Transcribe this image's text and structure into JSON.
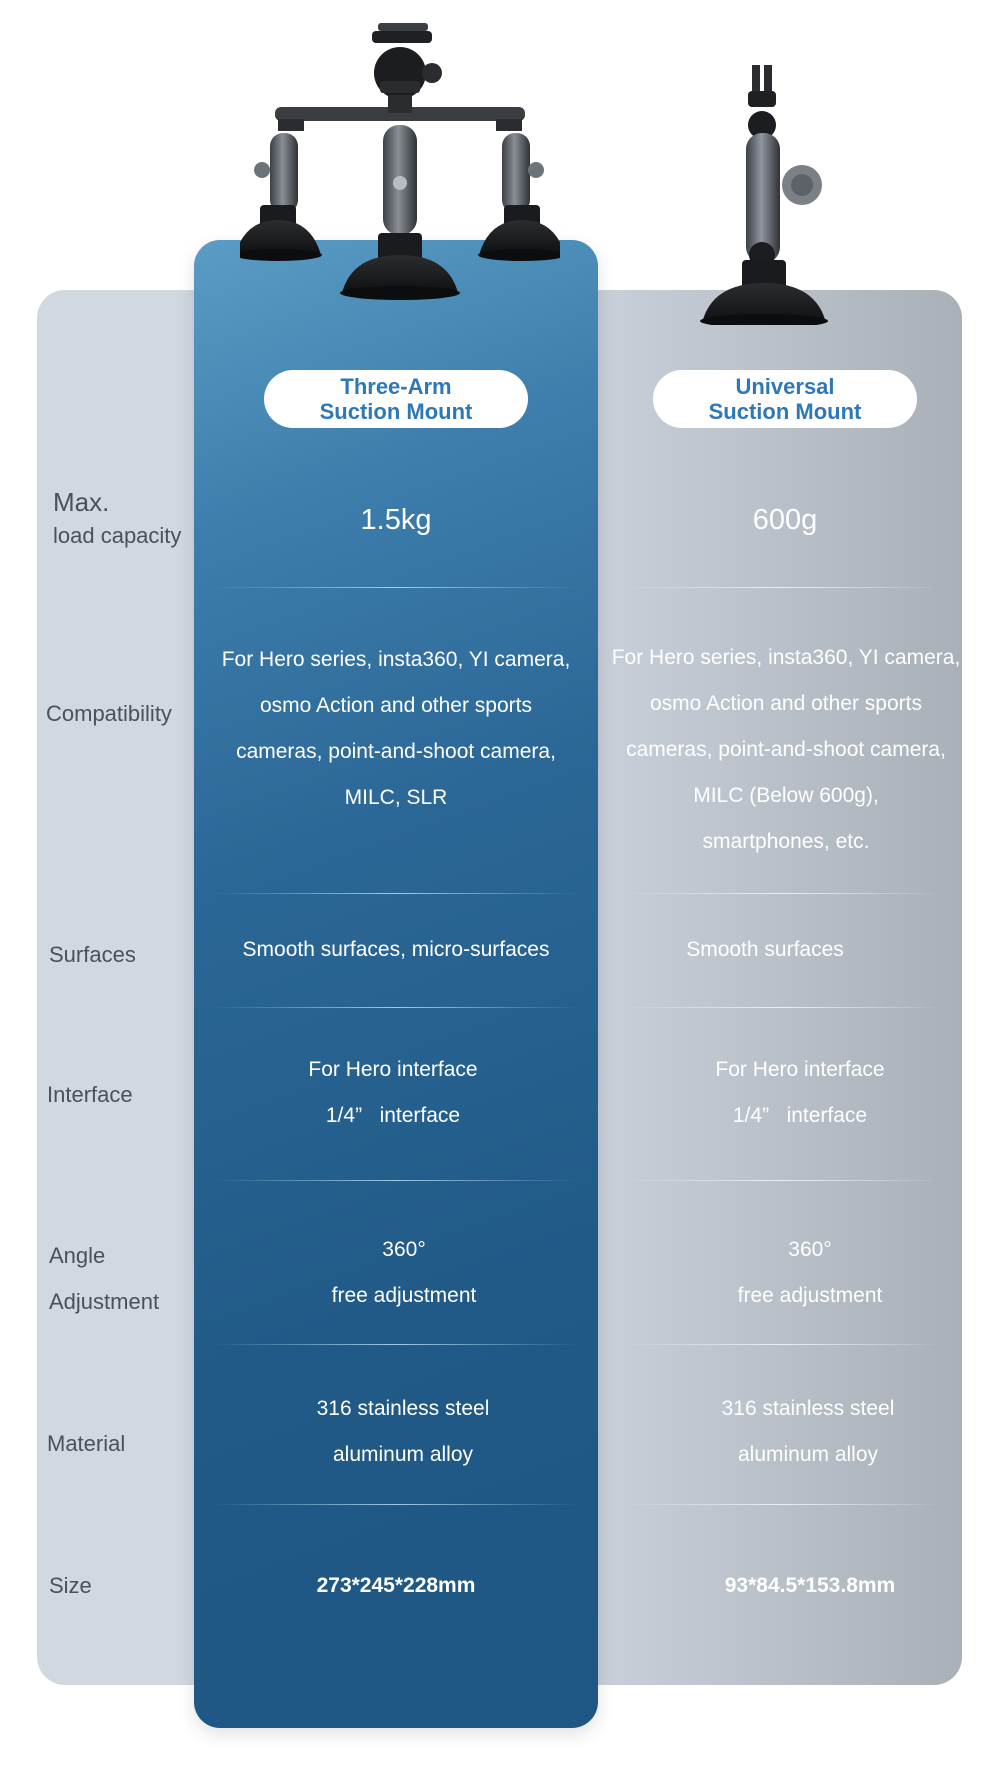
{
  "columns": [
    {
      "title_line1": "Three-Arm",
      "title_line2": "Suction Mount",
      "image": "three-arm-suction-mount"
    },
    {
      "title_line1": "Universal",
      "title_line2": "Suction Mount",
      "image": "universal-suction-mount"
    }
  ],
  "rows": {
    "load": {
      "label_line1": "Max.",
      "label_line2": "load capacity",
      "three_arm": "1.5kg",
      "universal": "600g"
    },
    "compatibility": {
      "label": "Compatibility",
      "three_arm": [
        "For Hero series, insta360, YI camera,",
        "osmo Action and other sports",
        "cameras, point-and-shoot camera,",
        "MILC, SLR"
      ],
      "universal": [
        "For Hero series, insta360, YI camera,",
        "osmo Action and other sports",
        "cameras, point-and-shoot camera,",
        "MILC (Below 600g),",
        "smartphones, etc."
      ]
    },
    "surfaces": {
      "label": "Surfaces",
      "three_arm": "Smooth surfaces, micro-surfaces",
      "universal": "Smooth surfaces"
    },
    "interface": {
      "label": "Interface",
      "three_arm": [
        "For Hero interface",
        "1/4”   interface"
      ],
      "universal": [
        "For Hero interface",
        "1/4”   interface"
      ]
    },
    "angle": {
      "label_line1": "Angle",
      "label_line2": "Adjustment",
      "three_arm": [
        "360°",
        "free adjustment"
      ],
      "universal": [
        "360°",
        "free adjustment"
      ]
    },
    "material": {
      "label": "Material",
      "three_arm": [
        "316 stainless steel",
        "aluminum alloy"
      ],
      "universal": [
        "316 stainless steel",
        "aluminum alloy"
      ]
    },
    "size": {
      "label": "Size",
      "three_arm": "273*245*228mm",
      "universal": "93*84.5*153.8mm"
    }
  },
  "colors": {
    "accent_blue": "#2f78b8",
    "blue_column": "#215a87",
    "grey_panel": "#d1d8e0"
  }
}
